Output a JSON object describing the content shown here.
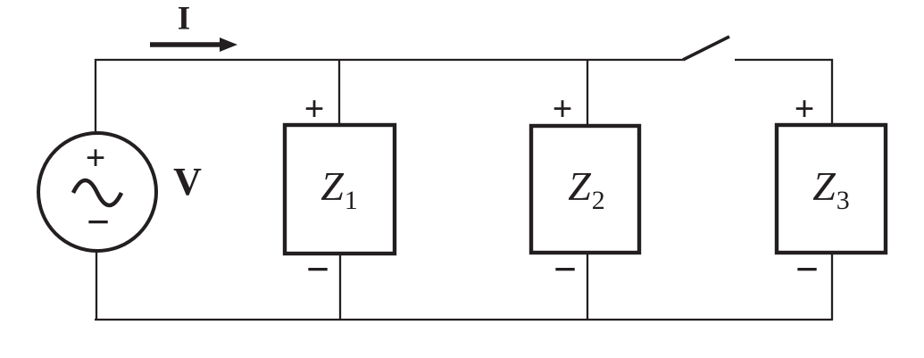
{
  "circuit": {
    "current_label": "I",
    "source": {
      "label": "V",
      "plus_sign": "+",
      "minus_sign": "−"
    },
    "impedances": [
      {
        "symbol": "Z",
        "subscript": "1",
        "plus_sign": "+",
        "minus_sign": "−"
      },
      {
        "symbol": "Z",
        "subscript": "2",
        "plus_sign": "+",
        "minus_sign": "−"
      },
      {
        "symbol": "Z",
        "subscript": "3",
        "plus_sign": "+",
        "minus_sign": "−"
      }
    ],
    "switch_state": "open",
    "colors": {
      "line": "#231f20",
      "background": "#ffffff"
    }
  }
}
